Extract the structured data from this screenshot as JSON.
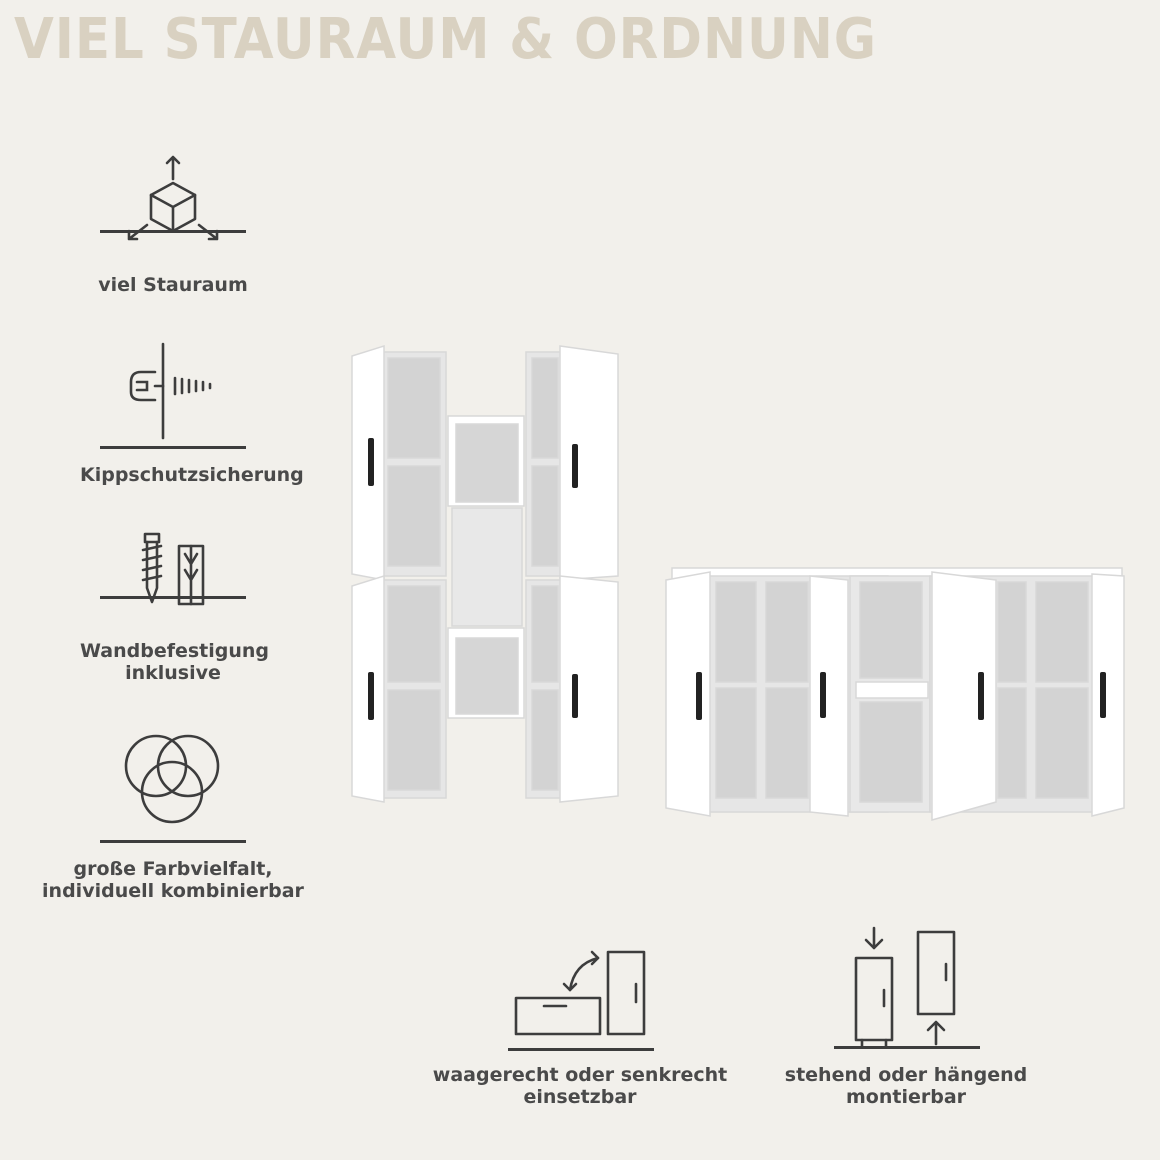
{
  "headline": "VIEL STAURAUM & ORDNUNG",
  "features": [
    {
      "icon": "cube-arrows-icon",
      "label": "viel Stauraum"
    },
    {
      "icon": "wall-screw-icon",
      "label": "Kippschutzsicherung"
    },
    {
      "icon": "screw-dowel-icon",
      "label": "Wandbefestigung\ninklusive"
    },
    {
      "icon": "color-circles-icon",
      "label": "große Farbvielfalt,\nindividuell kombinierbar"
    }
  ],
  "options": [
    {
      "icon": "rotate-cabinet-icon",
      "label": "waagerecht oder senkrecht\neinsetzbar"
    },
    {
      "icon": "stand-hang-icon",
      "label": "stehend oder hängend\nmontierbar"
    }
  ],
  "colors": {
    "headline": "#d9d1c1",
    "text": "#4a4a4a",
    "background": "#f2f0eb",
    "cabinet": "#ffffff"
  }
}
